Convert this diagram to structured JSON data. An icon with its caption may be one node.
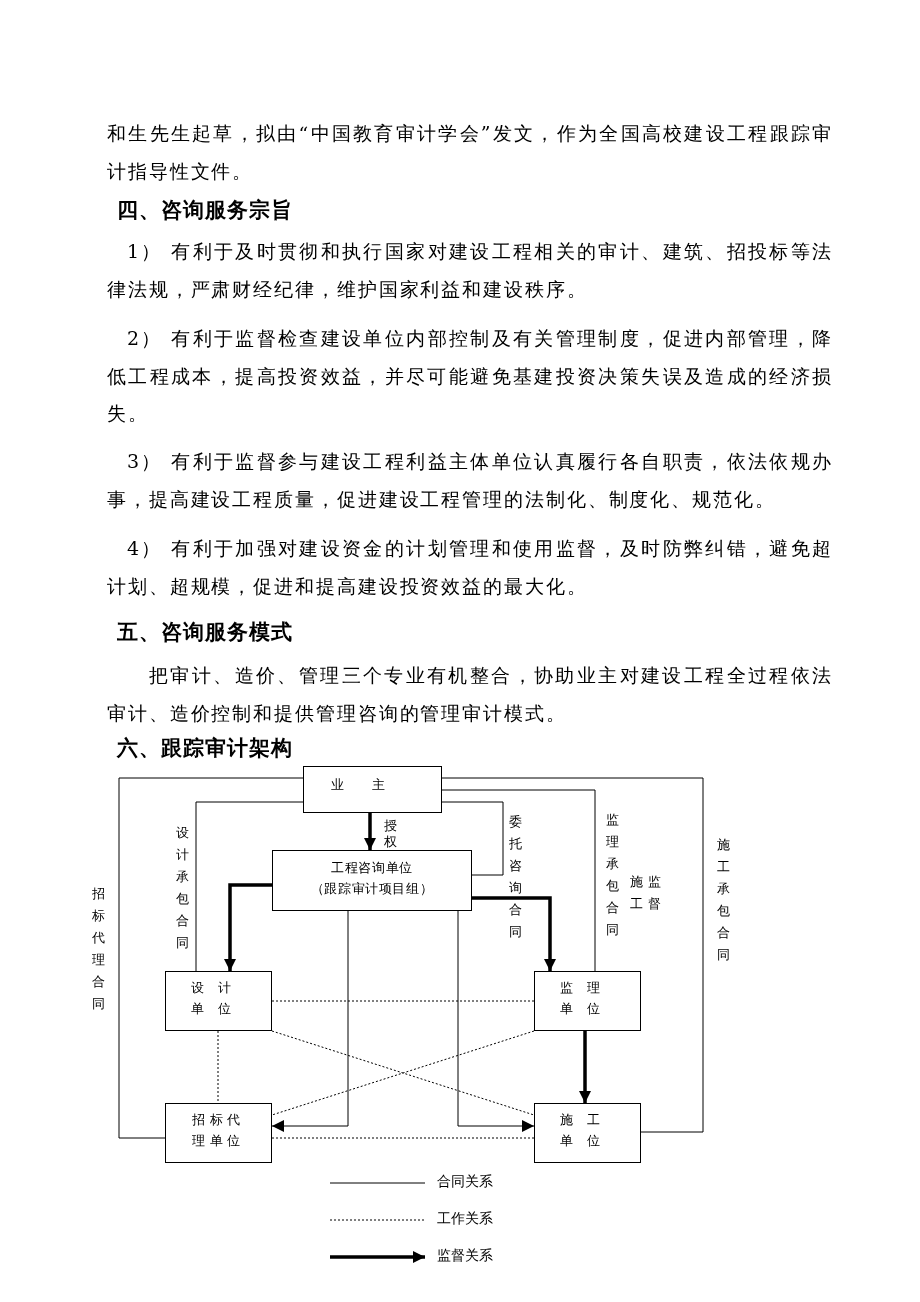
{
  "diagram": {
    "nodes": [
      {
        "text": [
          "业主"
        ]
      },
      {
        "text": [
          "工程咨询单位（跟踪审计项目组）"
        ]
      },
      {
        "text": [
          "设计单位"
        ]
      },
      {
        "text": [
          "监理单位"
        ]
      },
      {
        "text": [
          "招标代理单位"
        ]
      },
      {
        "text": [
          "施工单位"
        ]
      }
    ],
    "edges": [
      {
        "from": 0,
        "to": 1,
        "arrow": "to",
        "style": "thick",
        "label": "授权"
      },
      {
        "from": 0,
        "to": 2,
        "arrow": "none",
        "label": "设计承包合同"
      },
      {
        "from": 0,
        "to": 4,
        "arrow": "none",
        "label": "招标代理合同"
      },
      {
        "from": 0,
        "to": 1,
        "arrow": "none",
        "label": "委托咨询合同"
      },
      {
        "from": 0,
        "to": 3,
        "arrow": "none",
        "label": "监理承包合同"
      },
      {
        "from": 0,
        "to": 5,
        "arrow": "none",
        "label": "施工承包合同"
      },
      {
        "from": 1,
        "to": 2,
        "arrow": "to",
        "style": "thick"
      },
      {
        "from": 1,
        "to": 3,
        "arrow": "to",
        "style": "thick"
      },
      {
        "from": 1,
        "to": 4,
        "arrow": "to"
      },
      {
        "from": 1,
        "to": 5,
        "arrow": "to"
      },
      {
        "from": 3,
        "to": 5,
        "arrow": "to",
        "style": "thick"
      },
      {
        "from": 2,
        "to": 3,
        "arrow": "none",
        "style": "dashed"
      },
      {
        "from": 2,
        "to": 4,
        "arrow": "none",
        "style": "dashed"
      },
      {
        "from": 2,
        "to": 5,
        "arrow": "none",
        "style": "dashed"
      },
      {
        "from": 3,
        "to": 4,
        "arrow": "none",
        "style": "dashed"
      },
      {
        "from": 4,
        "to": 5,
        "arrow": "none",
        "style": "dashed"
      }
    ],
    "labels": [
      "和生先生起草，拟由“中国教育审计学会”发文，作为全国高校建设工程跟踪审计指导性文件。",
      "四、咨询服务宗旨",
      "1） 有利于及时贯彻和执行国家对建设工程相关的审计、建筑、招投标等法律法规，严肃财经纪律，维护国家利益和建设秩序。",
      "2） 有利于监督检查建设单位内部控制及有关管理制度，促进内部管理，降低工程成本，提高投资效益，并尽可能避免基建投资决策失误及造成的经济损失。",
      "3） 有利于监督参与建设工程利益主体单位认真履行各自职责，依法依规办事，提高建设工程质量，促进建设工程管理的法制化、制度化、规范化。",
      "4） 有利于加强对建设资金的计划管理和使用监督，及时防弊纠错，避免超计划、超规模，促进和提高建设投资效益的最大化。",
      "五、咨询服务模式",
      "把审计、造价、管理三个专业有机整合，协助业主对建设工程全过程依法审计、造价控制和提供管理咨询的管理审计模式。",
      "六、跟踪审计架构",
      "施工",
      "监督"
    ],
    "legend": [
      {
        "text": "合同关系"
      },
      {
        "text": "工作关系"
      },
      {
        "text": "监督关系"
      }
    ]
  }
}
